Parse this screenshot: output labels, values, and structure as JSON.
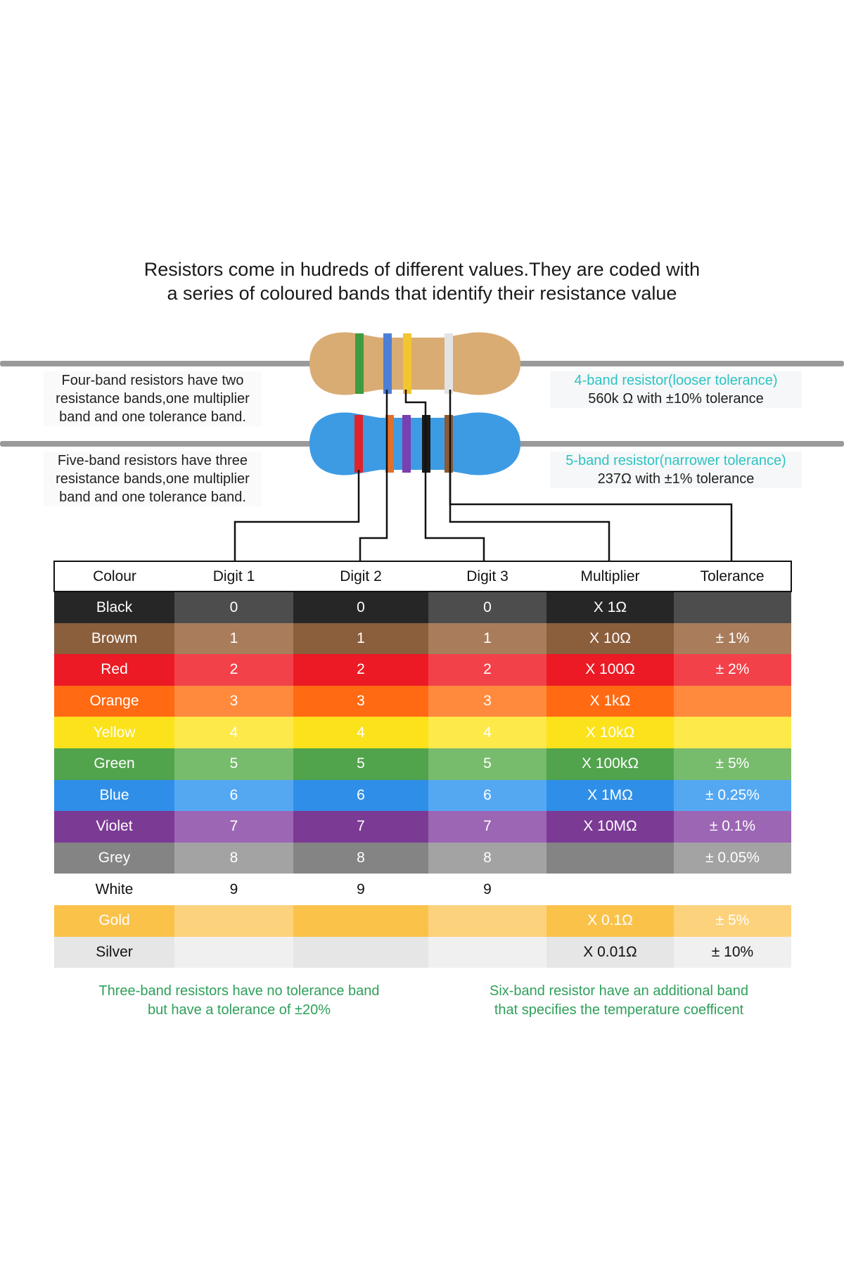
{
  "headline": {
    "line1": "Resistors come in hudreds of different values.They are coded with",
    "line2": "a series of coloured bands that identify their resistance value"
  },
  "four_band_desc": {
    "line1": "Four-band resistors have two",
    "line2": "resistance bands,one multiplier",
    "line3": "band and one tolerance band."
  },
  "five_band_desc": {
    "line1": "Five-band resistors have three",
    "line2": "resistance bands,one multiplier",
    "line3": "band and one tolerance band."
  },
  "four_band_callout": {
    "title": "4-band resistor(looser tolerance)",
    "value": "560k Ω with ±10% tolerance"
  },
  "five_band_callout": {
    "title": "5-band resistor(narrower tolerance)",
    "value": "237Ω with ±1% tolerance"
  },
  "resistor_colors": {
    "four_band_body": "#d9ac74",
    "four_band_bands": [
      "#3f9b3f",
      "#4d7fd6",
      "#f2c531",
      "#e3e3e3"
    ],
    "five_band_body": "#3d9be4",
    "five_band_bands": [
      "#e0232a",
      "#e0702a",
      "#7a3fb0",
      "#1a1a1a",
      "#8a5a34"
    ],
    "lead": "#9a9a9a"
  },
  "table": {
    "headers": {
      "colour": "Colour",
      "digit1": "Digit 1",
      "digit2": "Digit 2",
      "digit3": "Digit 3",
      "multiplier": "Multiplier",
      "tolerance": "Tolerance"
    },
    "rows": [
      {
        "name": "Black",
        "d1": "0",
        "d2": "0",
        "d3": "0",
        "mult": "X 1Ω",
        "tol": "",
        "dark": "#262626",
        "light": "#4d4d4d",
        "text": "#ffffff"
      },
      {
        "name": "Browm",
        "d1": "1",
        "d2": "1",
        "d3": "1",
        "mult": "X 10Ω",
        "tol": "± 1%",
        "dark": "#8b5e3c",
        "light": "#a97d5c",
        "text": "#ffffff"
      },
      {
        "name": "Red",
        "d1": "2",
        "d2": "2",
        "d3": "2",
        "mult": "X 100Ω",
        "tol": "± 2%",
        "dark": "#ec1a24",
        "light": "#f3414a",
        "text": "#ffffff"
      },
      {
        "name": "Orange",
        "d1": "3",
        "d2": "3",
        "d3": "3",
        "mult": "X 1kΩ",
        "tol": "",
        "dark": "#ff6a12",
        "light": "#ff8a3d",
        "text": "#ffffff"
      },
      {
        "name": "Yellow",
        "d1": "4",
        "d2": "4",
        "d3": "4",
        "mult": "X 10kΩ",
        "tol": "",
        "dark": "#fbe21b",
        "light": "#fde94a",
        "text": "#ffffff"
      },
      {
        "name": "Green",
        "d1": "5",
        "d2": "5",
        "d3": "5",
        "mult": "X 100kΩ",
        "tol": "± 5%",
        "dark": "#51a34c",
        "light": "#77bb6c",
        "text": "#ffffff"
      },
      {
        "name": "Blue",
        "d1": "6",
        "d2": "6",
        "d3": "6",
        "mult": "X 1MΩ",
        "tol": "± 0.25%",
        "dark": "#2f8fe8",
        "light": "#54a8f2",
        "text": "#ffffff"
      },
      {
        "name": "Violet",
        "d1": "7",
        "d2": "7",
        "d3": "7",
        "mult": "X 10MΩ",
        "tol": "± 0.1%",
        "dark": "#7b3a94",
        "light": "#9c66b4",
        "text": "#ffffff"
      },
      {
        "name": "Grey",
        "d1": "8",
        "d2": "8",
        "d3": "8",
        "mult": "",
        "tol": "± 0.05%",
        "dark": "#848484",
        "light": "#a3a3a3",
        "text": "#ffffff"
      },
      {
        "name": "White",
        "d1": "9",
        "d2": "9",
        "d3": "9",
        "mult": "",
        "tol": "",
        "dark": "#ffffff",
        "light": "#ffffff",
        "text": "#111111"
      },
      {
        "name": "Gold",
        "d1": "",
        "d2": "",
        "d3": "",
        "mult": "X 0.1Ω",
        "tol": "± 5%",
        "dark": "#fbc24a",
        "light": "#fdd27c",
        "text": "#ffffff"
      },
      {
        "name": "Silver",
        "d1": "",
        "d2": "",
        "d3": "",
        "mult": "X 0.01Ω",
        "tol": "± 10%",
        "dark": "#e6e6e6",
        "light": "#f0f0f0",
        "text": "#111111"
      }
    ]
  },
  "notes": {
    "left_line1": "Three-band resistors have no tolerance band",
    "left_line2": "but have a tolerance of ±20%",
    "right_line1": "Six-band resistor have an additional band",
    "right_line2": "that specifies the temperature coefficent"
  }
}
